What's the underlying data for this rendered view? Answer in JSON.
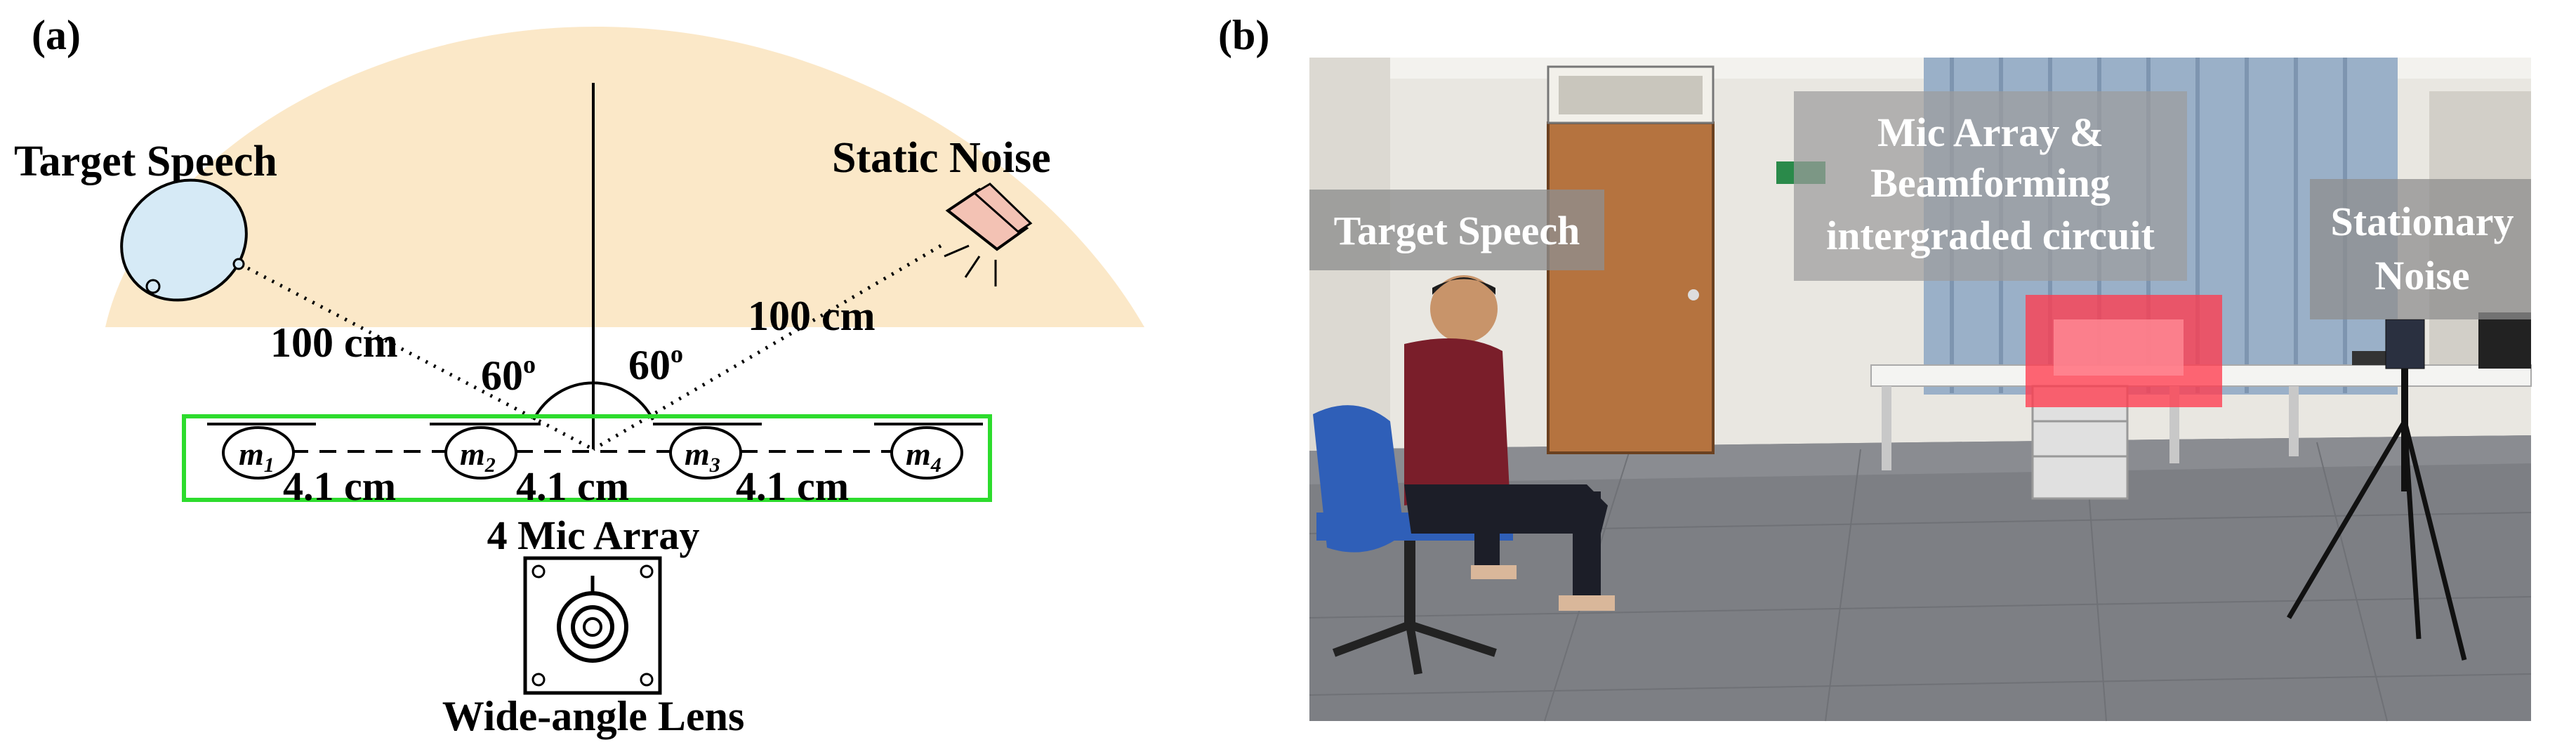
{
  "panel_a": {
    "label": "(a)",
    "target_speech": "Target Speech",
    "static_noise": "Static Noise",
    "distance_left": "100 cm",
    "distance_right": "100 cm",
    "angle_left": "60",
    "angle_right": "60",
    "angle_unit": "o",
    "mic_letter": "m",
    "mics": [
      "1",
      "2",
      "3",
      "4"
    ],
    "spacings": [
      "4.1 cm",
      "4.1 cm",
      "4.1 cm"
    ],
    "array_label": "4 Mic Array",
    "lens_label": "Wide-angle Lens",
    "colors": {
      "fan": "#fbe8c8",
      "array_box": "#2ddc2d",
      "speaker": "#d6eaf6",
      "noise": "#f3c2b4"
    }
  },
  "panel_b": {
    "label": "(b)",
    "target_speech": "Target Speech",
    "mic_array_line1": "Mic Array &",
    "mic_array_line2": "Beamforming",
    "mic_array_line3": "intergraded circuit",
    "stationary_line1": "Stationary",
    "stationary_line2": "Noise",
    "colors": {
      "highlight": "#ff3b4e",
      "shirt": "#7a1e2a",
      "chair": "#2f5fb8",
      "curtain": "#9ab0c8"
    }
  }
}
